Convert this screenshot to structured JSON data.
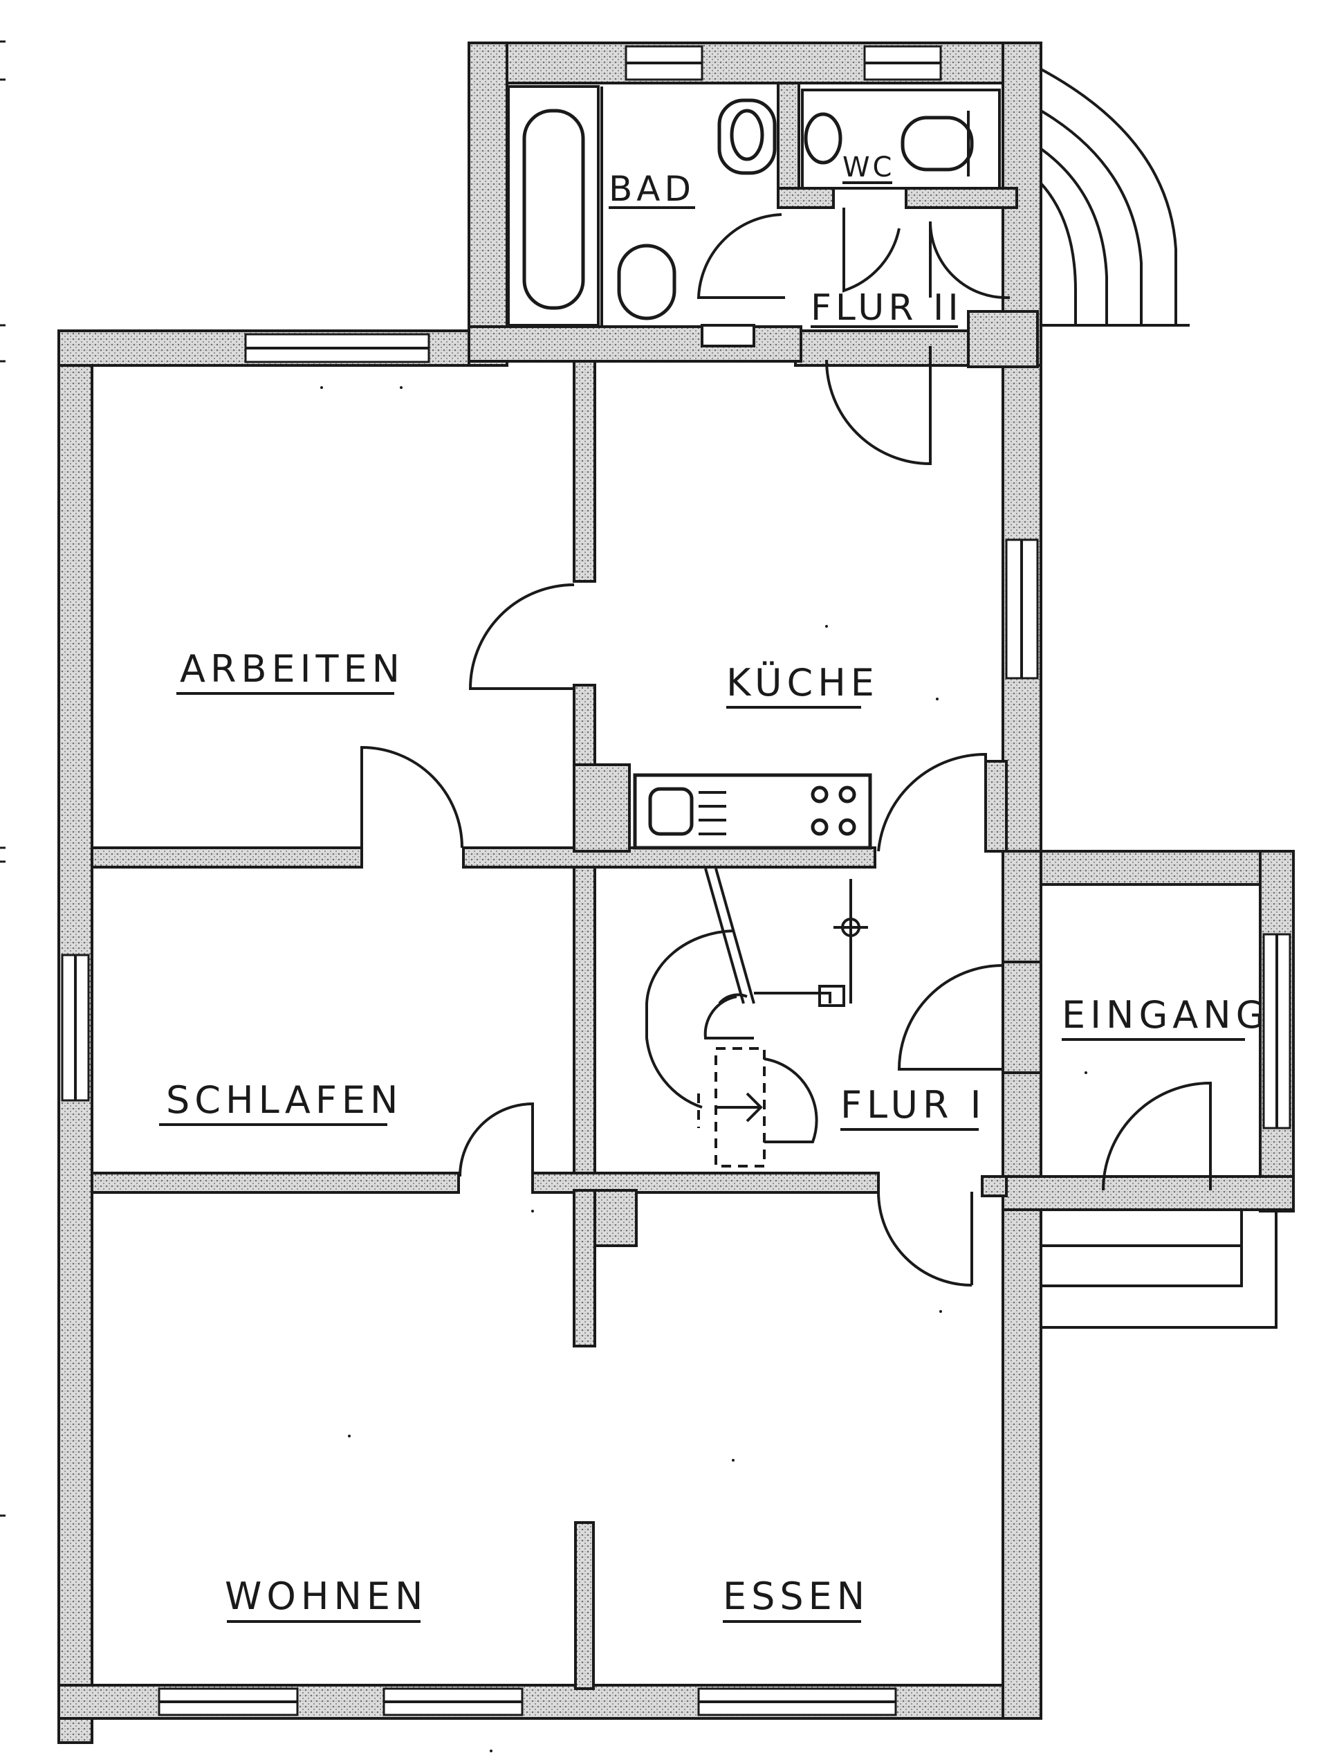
{
  "rooms": {
    "bad": "BAD",
    "wc": "WC",
    "flur_ii": "FLUR II",
    "arbeiten": "ARBEITEN",
    "kueche": "KÜCHE",
    "eingang": "EINGANG",
    "schlafen": "SCHLAFEN",
    "flur_i": "FLUR I",
    "wohnen": "WOHNEN",
    "essen": "ESSEN"
  },
  "colors": {
    "line": "#1a1a1a",
    "wall_fill": "#d9d9d9",
    "background": "#ffffff"
  }
}
